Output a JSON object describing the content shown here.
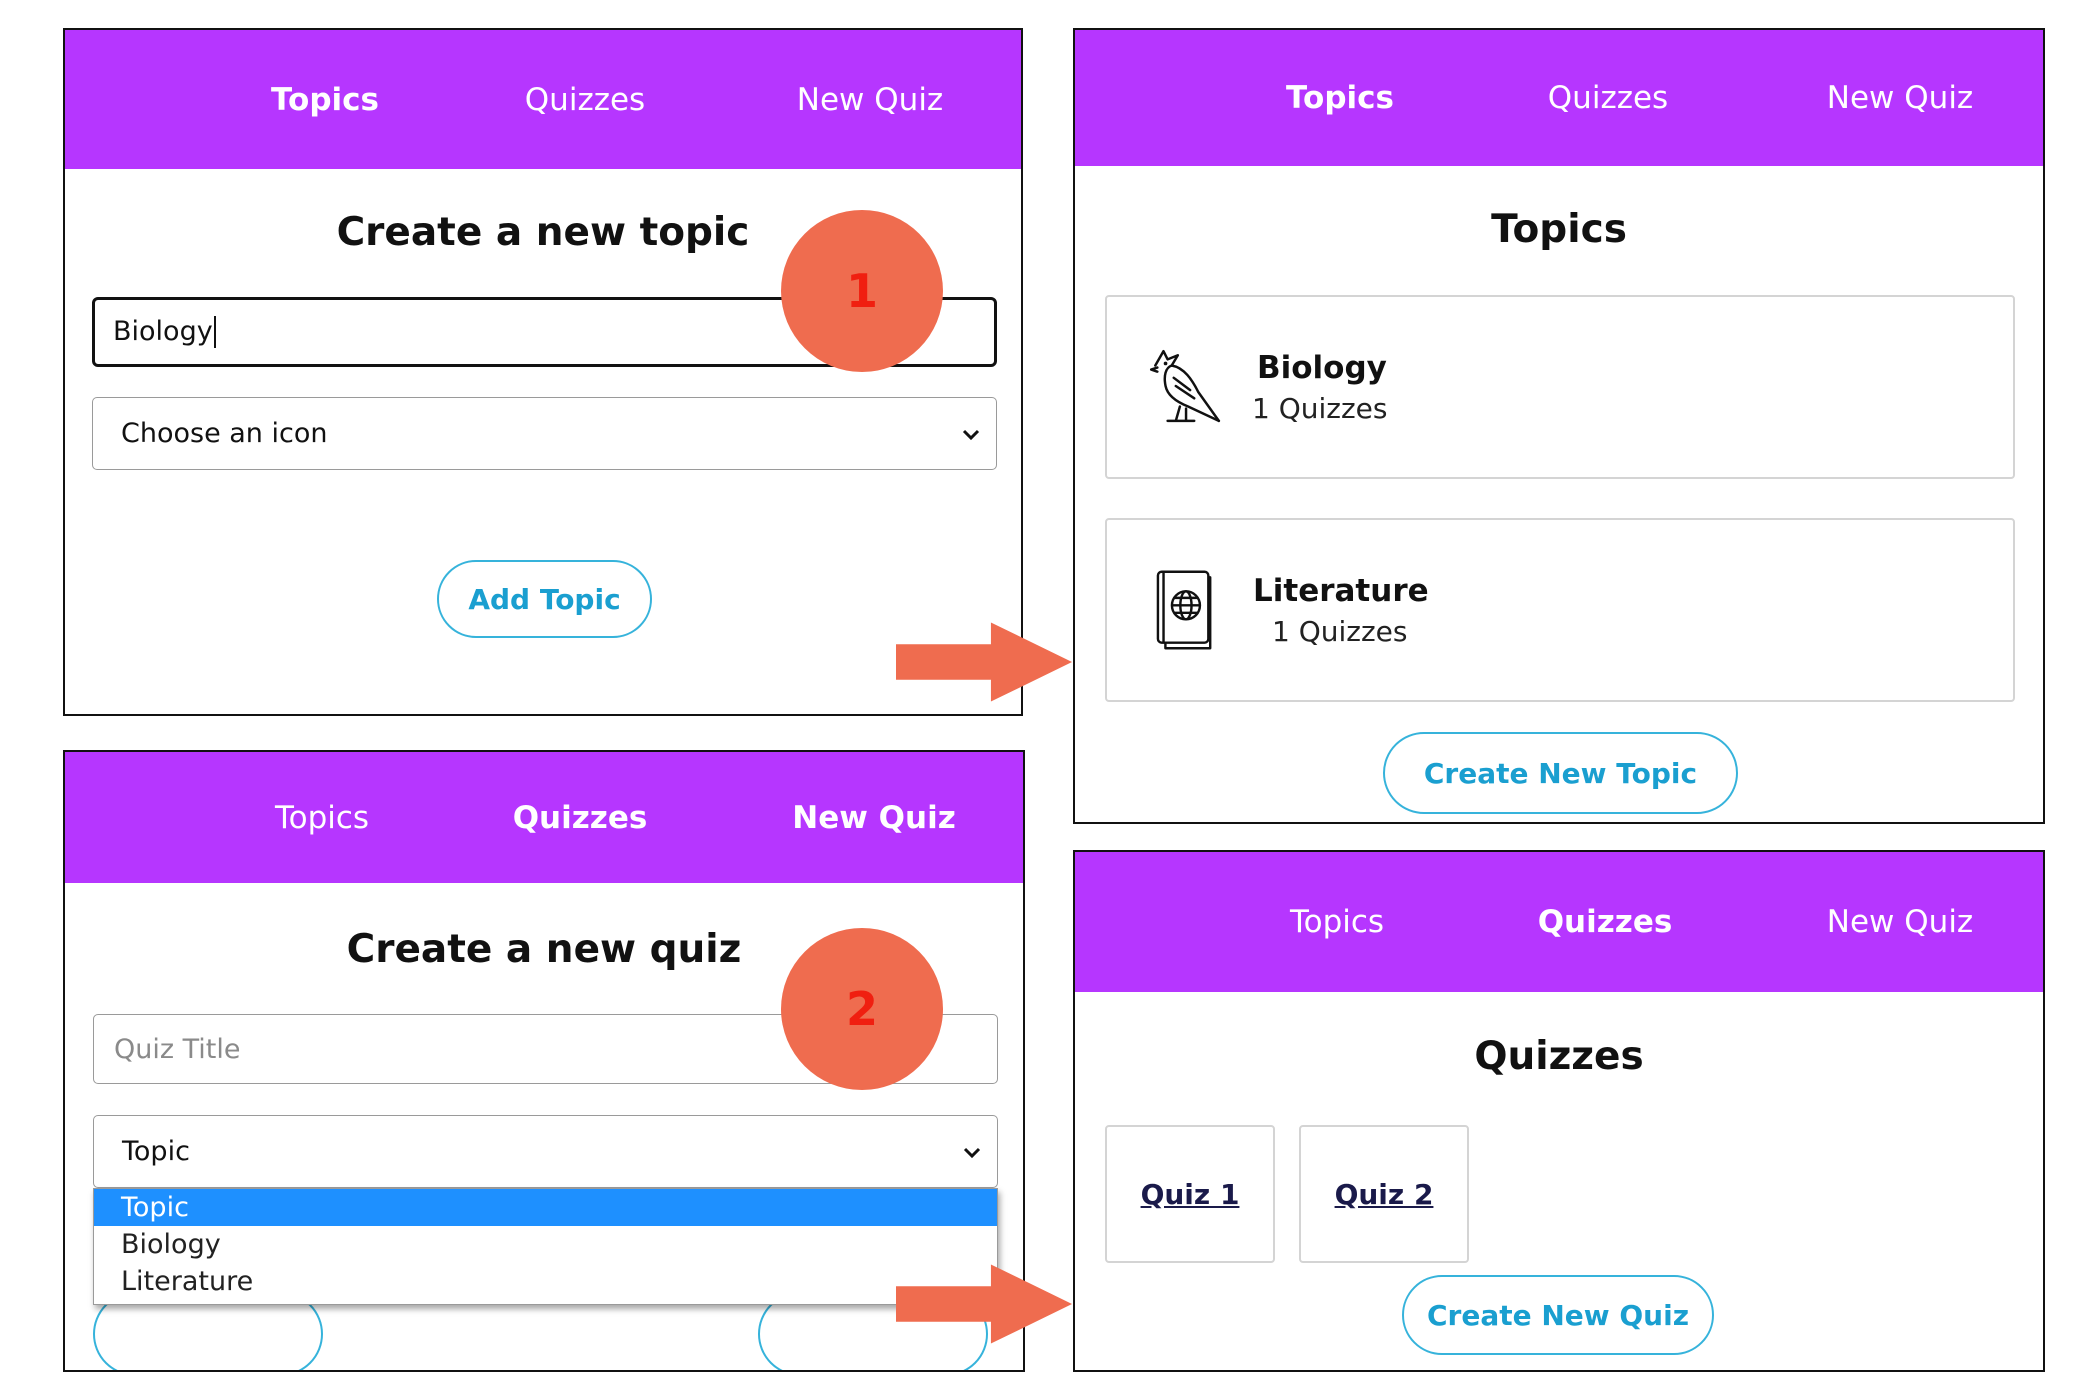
{
  "colors": {
    "nav_bg": "#b636ff",
    "accent": "#1a9fd0",
    "badge": "#ef6c4f",
    "badge_text": "#f01f10",
    "selected_option": "#1e90ff"
  },
  "nav_labels": {
    "topics": "Topics",
    "quizzes": "Quizzes",
    "new_quiz": "New Quiz"
  },
  "panel_new_topic": {
    "active_nav": "Topics",
    "heading": "Create a new topic",
    "name_input_value": "Biology",
    "icon_select_value": "Choose an icon",
    "submit_label": "Add Topic",
    "step_badge": "1"
  },
  "panel_topics": {
    "active_nav": "Topics",
    "heading": "Topics",
    "cards": [
      {
        "name": "Biology",
        "count": "1 Quizzes",
        "icon": "bird-icon"
      },
      {
        "name": "Literature",
        "count": "1 Quizzes",
        "icon": "book-globe-icon"
      }
    ],
    "button_label": "Create New Topic"
  },
  "panel_new_quiz": {
    "active_nav": [
      "Quizzes",
      "New Quiz"
    ],
    "heading": "Create a new quiz",
    "title_placeholder": "Quiz Title",
    "topic_select_value": "Topic",
    "topic_options": [
      "Topic",
      "Biology",
      "Literature"
    ],
    "selected_option": "Topic",
    "step_badge": "2"
  },
  "panel_quizzes": {
    "active_nav": "Quizzes",
    "heading": "Quizzes",
    "quizzes": [
      "Quiz 1",
      "Quiz 2"
    ],
    "button_label": "Create New Quiz"
  }
}
